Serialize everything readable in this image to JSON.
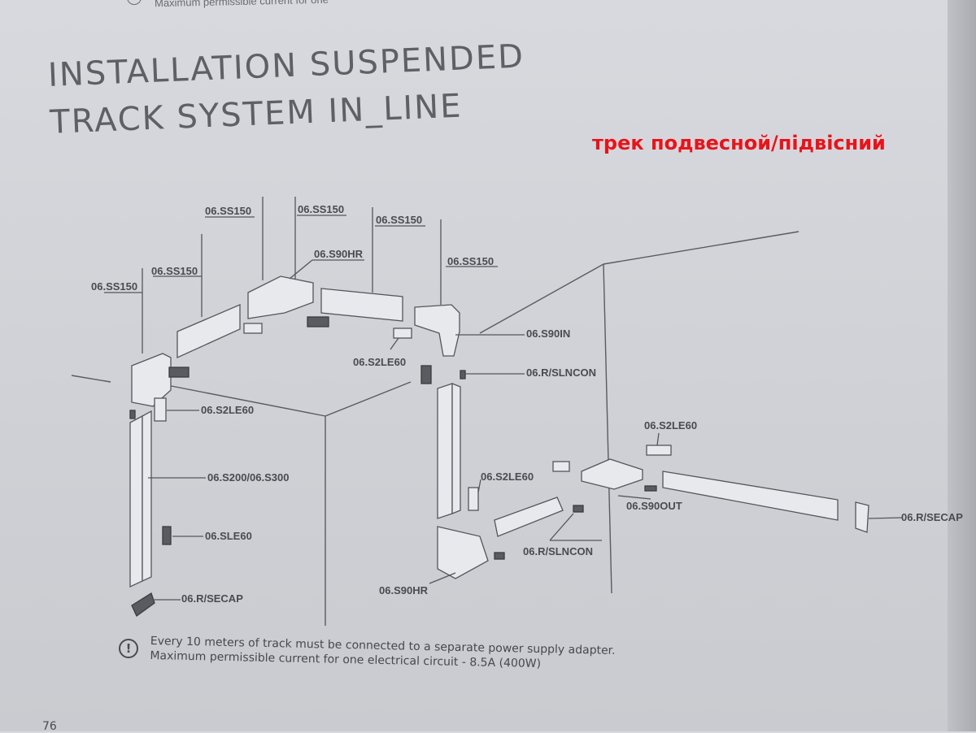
{
  "header": {
    "cut_off_text": "Maximum permissible current for one",
    "title_line1": "INSTALLATION SUSPENDED",
    "title_line2": "TRACK SYSTEM IN_LINE"
  },
  "annotation": "трек подвесной/підвісний",
  "labels": {
    "ss150_a": "06.SS150",
    "ss150_b": "06.SS150",
    "ss150_c": "06.SS150",
    "ss150_d": "06.SS150",
    "ss150_e": "06.SS150",
    "ss150_f": "06.SS150",
    "s90hr_top": "06.S90HR",
    "s90in": "06.S90IN",
    "s2le60_a": "06.S2LE60",
    "s2le60_b": "06.S2LE60",
    "s2le60_c": "06.S2LE60",
    "s2le60_d": "06.S2LE60",
    "rslncon_a": "06.R/SLNCON",
    "rslncon_b": "06.R/SLNCON",
    "s200_s300": "06.S200/06.S300",
    "sle60": "06.SLE60",
    "rsecap_a": "06.R/SECAP",
    "rsecap_b": "06.R/SECAP",
    "s90out": "06.S90OUT",
    "s90hr_bottom": "06.S90HR"
  },
  "note": {
    "icon": "!",
    "line1": "Every 10 meters of track must be connected to a separate power supply adapter.",
    "line2": "Maximum permissible current for one electrical circuit -  8.5A (400W)"
  },
  "page_number": "76"
}
